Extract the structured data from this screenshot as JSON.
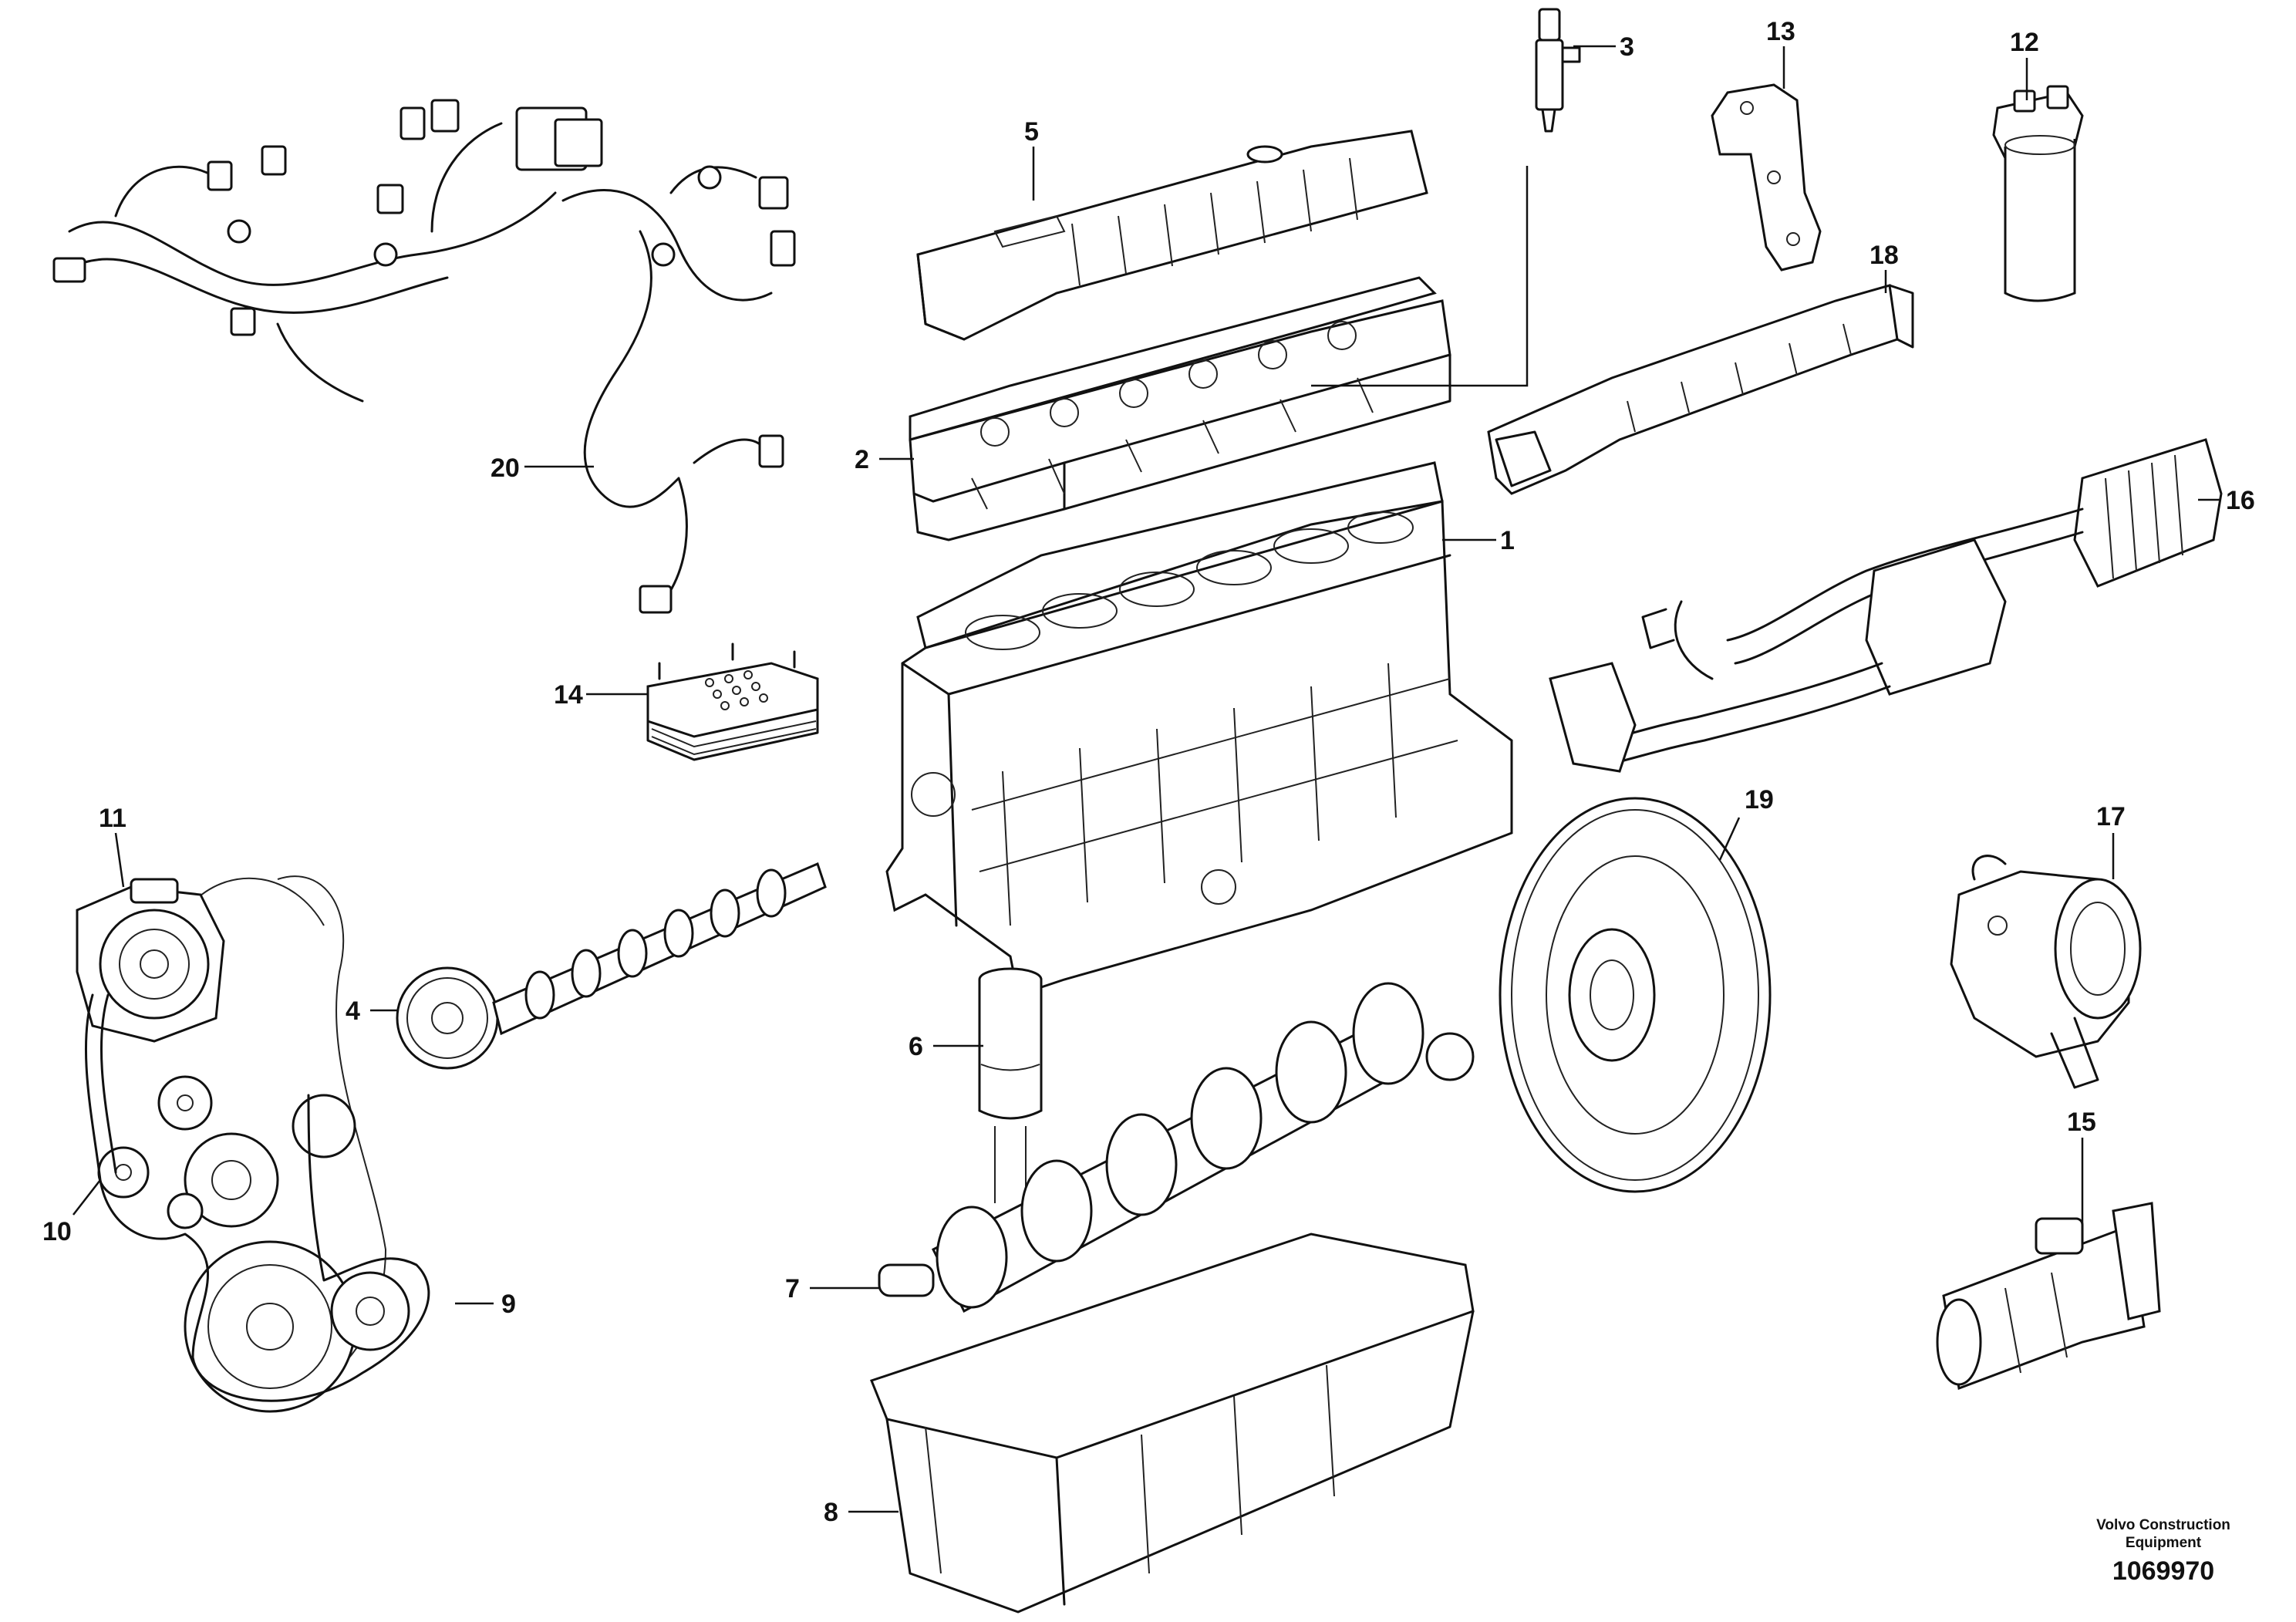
{
  "callouts": [
    {
      "id": "1",
      "label": "1"
    },
    {
      "id": "2",
      "label": "2"
    },
    {
      "id": "3",
      "label": "3"
    },
    {
      "id": "4",
      "label": "4"
    },
    {
      "id": "5",
      "label": "5"
    },
    {
      "id": "6",
      "label": "6"
    },
    {
      "id": "7",
      "label": "7"
    },
    {
      "id": "8",
      "label": "8"
    },
    {
      "id": "9",
      "label": "9"
    },
    {
      "id": "10",
      "label": "10"
    },
    {
      "id": "11",
      "label": "11"
    },
    {
      "id": "12",
      "label": "12"
    },
    {
      "id": "13",
      "label": "13"
    },
    {
      "id": "14",
      "label": "14"
    },
    {
      "id": "15",
      "label": "15"
    },
    {
      "id": "16",
      "label": "16"
    },
    {
      "id": "17",
      "label": "17"
    },
    {
      "id": "18",
      "label": "18"
    },
    {
      "id": "19",
      "label": "19"
    },
    {
      "id": "20",
      "label": "20"
    }
  ],
  "brand": {
    "line1": "Volvo Construction",
    "line2": "Equipment"
  },
  "document_number": "1069970"
}
